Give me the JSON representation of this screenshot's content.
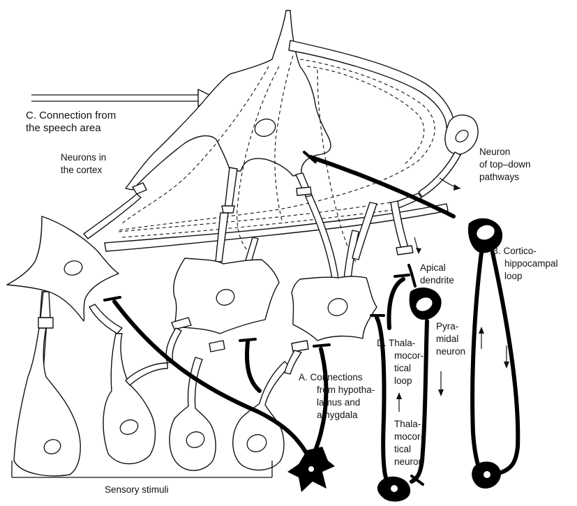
{
  "labels": {
    "connection_speech_line1": "C. Connection from",
    "connection_speech_line2": "the speech area",
    "neurons_cortex_line1": "Neurons in",
    "neurons_cortex_line2": "the cortex",
    "topdown_line1": "Neuron",
    "topdown_line2": "of top–down",
    "topdown_line3": "pathways",
    "cortico_line1": "B. Cortico-",
    "cortico_line2": "hippocampal",
    "cortico_line3": "loop",
    "apical_line1": "Apical",
    "apical_line2": "dendrite",
    "pyramidal_line1": "Pyra-",
    "pyramidal_line2": "midal",
    "pyramidal_line3": "neuron",
    "loop_d_line1": "D. Thala-",
    "loop_d_line2": "mocor-",
    "loop_d_line3": "tical",
    "loop_d_line4": "loop",
    "conn_a_line1": "A.   Connections",
    "conn_a_line2": "from hypotha-",
    "conn_a_line3": "lamus and",
    "conn_a_line4": "amygdala",
    "thalneuron_line1": "Thala-",
    "thalneuron_line2": "mocor-",
    "thalneuron_line3": "tical",
    "thalneuron_line4": "neuron",
    "sensory": "Sensory stimuli"
  },
  "colors": {
    "ink": "#111111",
    "pathway": "#000000",
    "background": "#ffffff"
  }
}
